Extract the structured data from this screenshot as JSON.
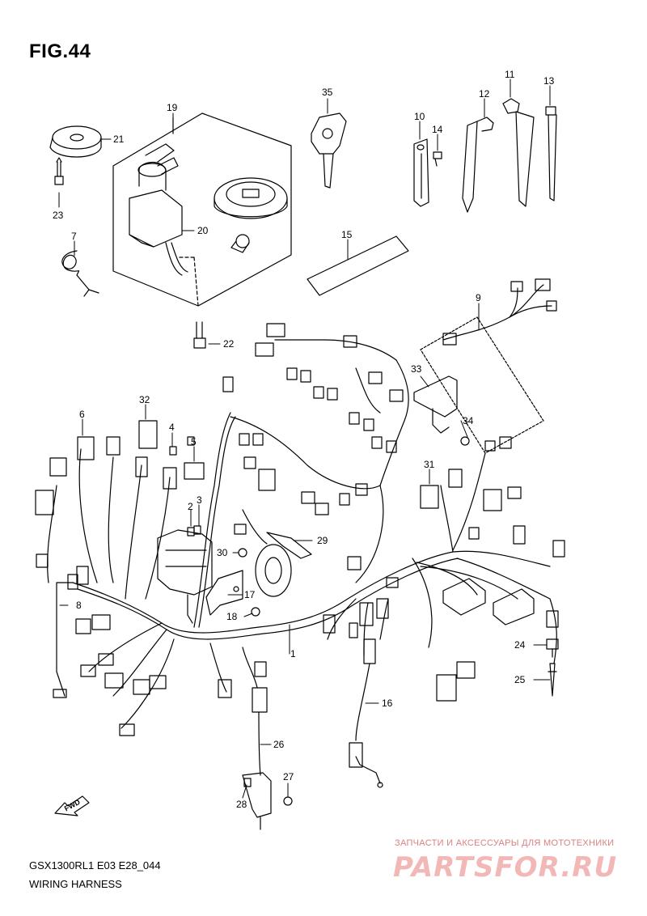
{
  "figure": {
    "title": "FIG.44",
    "model_code": "GSX1300RL1 E03 E28_044",
    "caption": "WIRING HARNESS",
    "fwd_label": "FWD"
  },
  "watermark": {
    "line1": "ЗАПЧАСТИ И АКСЕССУАРЫ ДЛЯ МОТОТЕХНИКИ",
    "brand": "PARTSFOR.RU",
    "color": "#d98080"
  },
  "part_callouts": [
    "1",
    "2",
    "3",
    "4",
    "5",
    "6",
    "7",
    "8",
    "9",
    "10",
    "11",
    "12",
    "13",
    "14",
    "15",
    "16",
    "17",
    "18",
    "19",
    "20",
    "21",
    "22",
    "23",
    "24",
    "25",
    "26",
    "27",
    "28",
    "29",
    "30",
    "31",
    "32",
    "33",
    "34",
    "35"
  ]
}
